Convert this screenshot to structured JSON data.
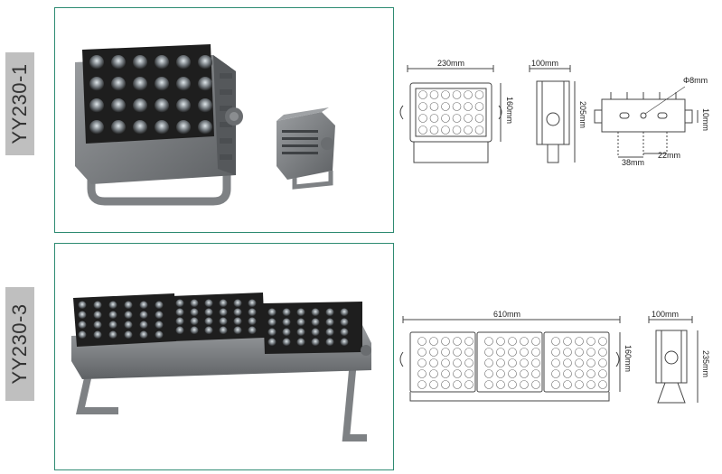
{
  "products": [
    {
      "model": "YY230-1",
      "dimensions": {
        "width": "230mm",
        "depth": "100mm",
        "height": "160mm",
        "total_height": "205mm",
        "hole": "Φ8mm",
        "slot_height": "10mm",
        "spacing_a": "38mm",
        "spacing_b": "22mm"
      }
    },
    {
      "model": "YY230-3",
      "dimensions": {
        "width": "610mm",
        "depth": "100mm",
        "height": "160mm",
        "total_height": "235mm"
      }
    }
  ],
  "colors": {
    "frame_border": "#2e8b72",
    "label_bg": "#bfbfbf",
    "housing": "#7a7d80",
    "led_panel": "#1e1e1e"
  }
}
